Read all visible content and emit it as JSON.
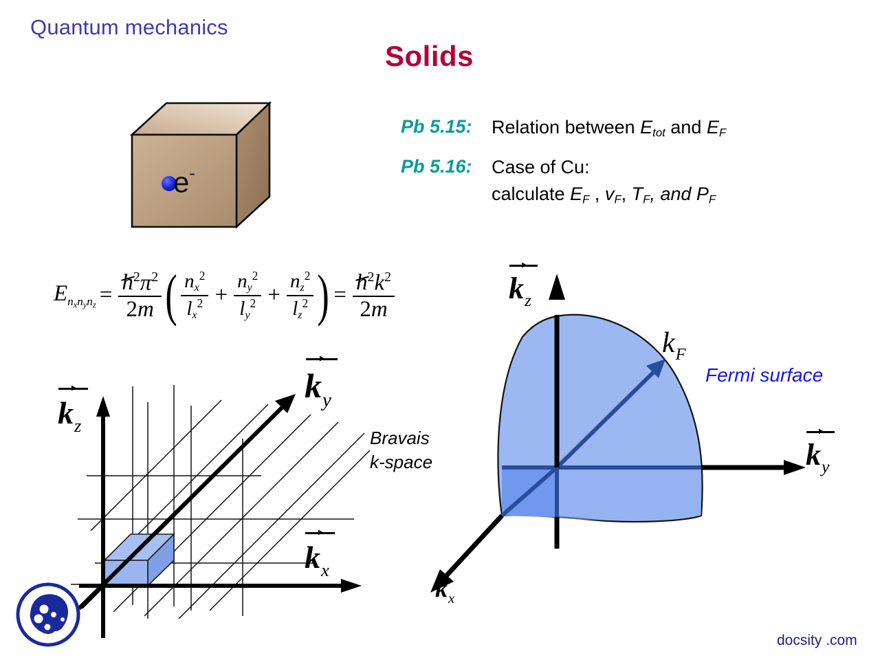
{
  "header": {
    "course": "Quantum mechanics",
    "title": "Solids"
  },
  "problems": [
    {
      "label": "Pb 5.15:",
      "lines": [
        {
          "parts": [
            {
              "t": "Relation between ",
              "style": "roman"
            },
            {
              "t": "E",
              "style": "italic"
            },
            {
              "t": "tot",
              "style": "sub"
            },
            {
              "t": " and ",
              "style": "roman"
            },
            {
              "t": "E",
              "style": "italic"
            },
            {
              "t": "F",
              "style": "sub"
            }
          ]
        }
      ]
    },
    {
      "label": "Pb 5.16:",
      "lines": [
        {
          "parts": [
            {
              "t": "Case of Cu:",
              "style": "roman"
            }
          ]
        },
        {
          "parts": [
            {
              "t": "calculate ",
              "style": "roman"
            },
            {
              "t": "E",
              "style": "italic"
            },
            {
              "t": "F",
              "style": "sub"
            },
            {
              "t": ", ",
              "style": "roman"
            },
            {
              "t": "v",
              "style": "italic"
            },
            {
              "t": "F",
              "style": "sub"
            },
            {
              "t": ", ",
              "style": "roman"
            },
            {
              "t": "T",
              "style": "italic"
            },
            {
              "t": "F",
              "style": "sub"
            },
            {
              "t": ", and ",
              "style": "roman"
            },
            {
              "t": "P",
              "style": "italic"
            },
            {
              "t": "F",
              "style": "sub"
            }
          ]
        }
      ]
    }
  ],
  "equation": {
    "lhs_symbol": "E",
    "lhs_subscript": "nxnynz",
    "equals": "=",
    "prefactor_num": "hπ",
    "prefactor_den": "2m",
    "terms": [
      "nx/lx",
      "ny/ly",
      "nz/lz"
    ],
    "rhs_num": "hk",
    "rhs_den": "2m",
    "plain": "E_(nx ny nz) = (ħ²π² / 2m)( nx²/lx² + ny²/ly² + nz²/lz² ) = ħ²k² / 2m"
  },
  "cube": {
    "particle_label": "e",
    "particle_charge": "-",
    "face_top_color": "#ead8c4",
    "face_front_color": "#bda286",
    "face_side_color": "#9c7f62",
    "electron_color": "#1a24e0"
  },
  "bravais": {
    "caption_line1": "Bravais",
    "caption_line2": "k-space",
    "axis_z": {
      "symbol": "k",
      "sub": "z",
      "vector": true
    },
    "axis_y": {
      "symbol": "k",
      "sub": "y",
      "vector": true
    },
    "axis_x": {
      "symbol": "k",
      "sub": "x",
      "vector": true
    },
    "cell_fill": "#9bb6ef",
    "cell_fill_dark": "#7f9fe6",
    "grid_color": "#000000"
  },
  "fermi": {
    "label": "Fermi surface",
    "label_color": "#1414ec",
    "radius_symbol": "k",
    "radius_sub": "F",
    "axis_z": {
      "symbol": "k",
      "sub": "z",
      "vector": true
    },
    "axis_y": {
      "symbol": "k",
      "sub": "y",
      "vector": true
    },
    "axis_x": {
      "symbol": "k",
      "sub": "x",
      "vector": true
    },
    "surface_light": "#9cb8f2",
    "surface_dark": "#7099ee",
    "outline_color": "#111111",
    "vector_color": "#2a4d9b"
  },
  "footer": {
    "brand": "docsity .com",
    "brand_color": "#1c1c8c",
    "logo_color": "#1a2a9c"
  }
}
